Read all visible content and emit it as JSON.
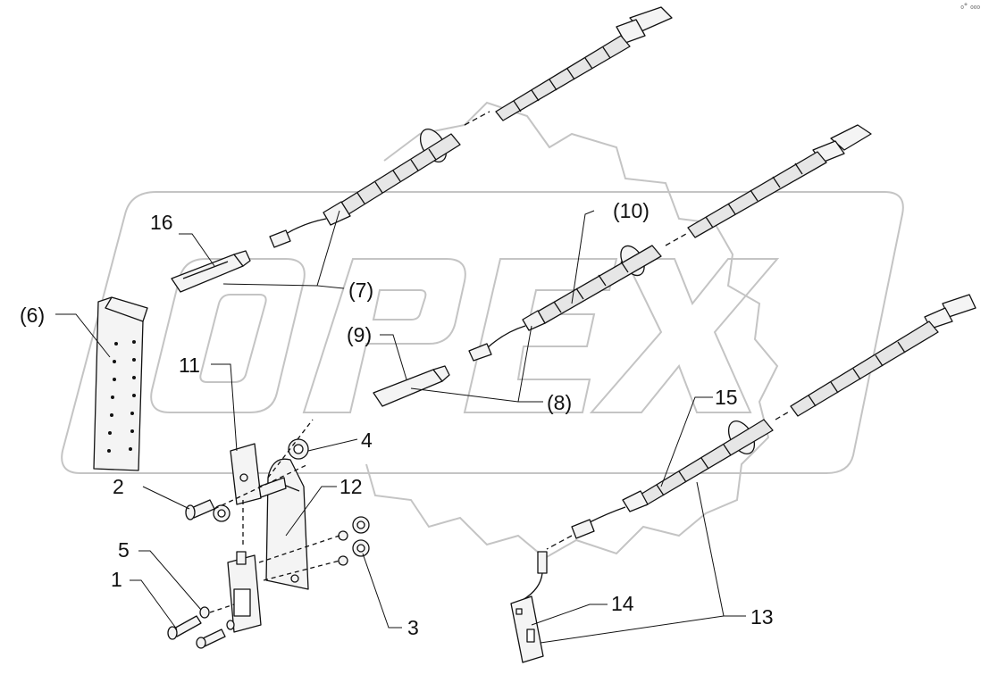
{
  "watermark": {
    "brand": "OPEX",
    "color": "#c9c9c9"
  },
  "corner_mark": "₀° ₀₀₀",
  "callouts": {
    "c1": "1",
    "c2": "2",
    "c3": "3",
    "c4": "4",
    "c5": "5",
    "c6": "(6)",
    "c7": "(7)",
    "c8": "(8)",
    "c9": "(9)",
    "c10": "(10)",
    "c11": "11",
    "c12": "12",
    "c13": "13",
    "c14": "14",
    "c15": "15",
    "c16": "16"
  },
  "colors": {
    "line": "#111111",
    "part_fill": "#f4f4f4",
    "watermark": "#c9c9c9"
  }
}
